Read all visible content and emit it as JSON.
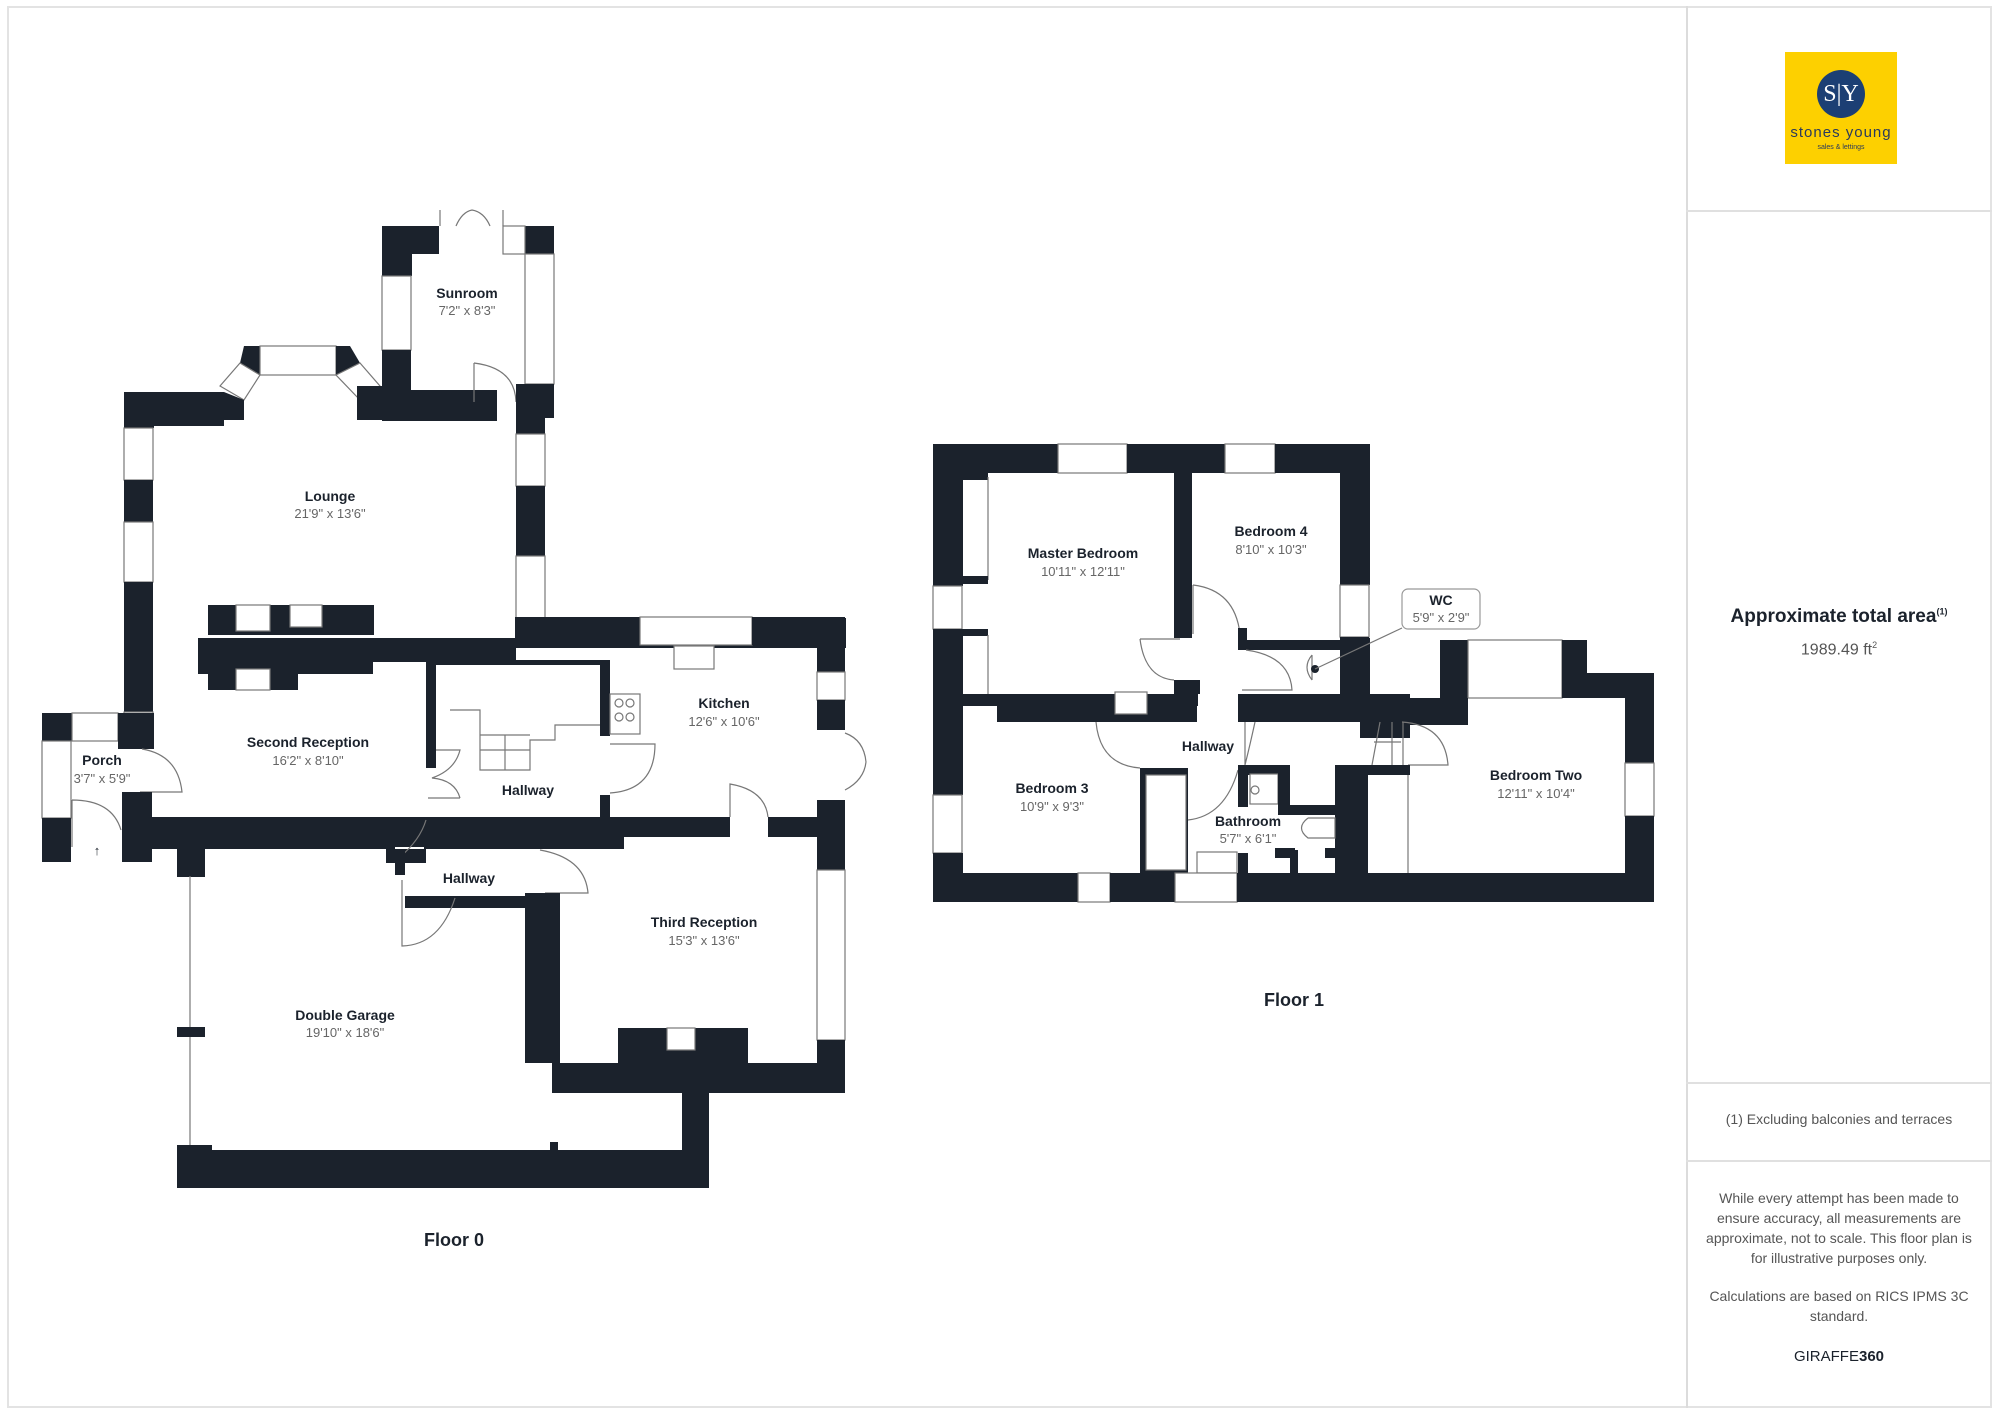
{
  "brand": {
    "logo_initials": "S|Y",
    "name": "stones young",
    "tagline": "sales & lettings",
    "colors": {
      "logo_bg": "#fdd000",
      "logo_circle": "#1c3f74",
      "walls": "#1b222c"
    }
  },
  "summary": {
    "area_title": "Approximate total area",
    "area_footnote_mark": "(1)",
    "area_value": "1989.49 ft",
    "area_unit_sup": "2",
    "footnote": "(1) Excluding balconies and terraces",
    "disclaimer": "While every attempt has been made to ensure accuracy, all measurements are approximate, not to scale. This floor plan is for illustrative purposes only.",
    "calculation_note": "Calculations are based on RICS IPMS 3C standard.",
    "provider_prefix": "GIRAFFE",
    "provider_suffix": "360"
  },
  "floors": [
    {
      "label": "Floor 0",
      "rooms": [
        {
          "name": "Sunroom",
          "dims": "7'2\" x 8'3\""
        },
        {
          "name": "Lounge",
          "dims": "21'9\" x 13'6\""
        },
        {
          "name": "Porch",
          "dims": "3'7\" x 5'9\""
        },
        {
          "name": "Second Reception",
          "dims": "16'2\" x 8'10\""
        },
        {
          "name": "Hallway",
          "dims": ""
        },
        {
          "name": "Kitchen",
          "dims": "12'6\" x 10'6\""
        },
        {
          "name": "Hallway",
          "dims": ""
        },
        {
          "name": "Third Reception",
          "dims": "15'3\" x 13'6\""
        },
        {
          "name": "Double Garage",
          "dims": "19'10\" x 18'6\""
        }
      ]
    },
    {
      "label": "Floor 1",
      "rooms": [
        {
          "name": "Master Bedroom",
          "dims": "10'11\" x 12'11\""
        },
        {
          "name": "Bedroom 4",
          "dims": "8'10\" x 10'3\""
        },
        {
          "name": "WC",
          "dims": "5'9\" x 2'9\""
        },
        {
          "name": "Hallway",
          "dims": ""
        },
        {
          "name": "Bedroom 3",
          "dims": "10'9\" x 9'3\""
        },
        {
          "name": "Bathroom",
          "dims": "5'7\" x 6'1\""
        },
        {
          "name": "Bedroom Two",
          "dims": "12'11\" x 10'4\""
        }
      ]
    }
  ]
}
